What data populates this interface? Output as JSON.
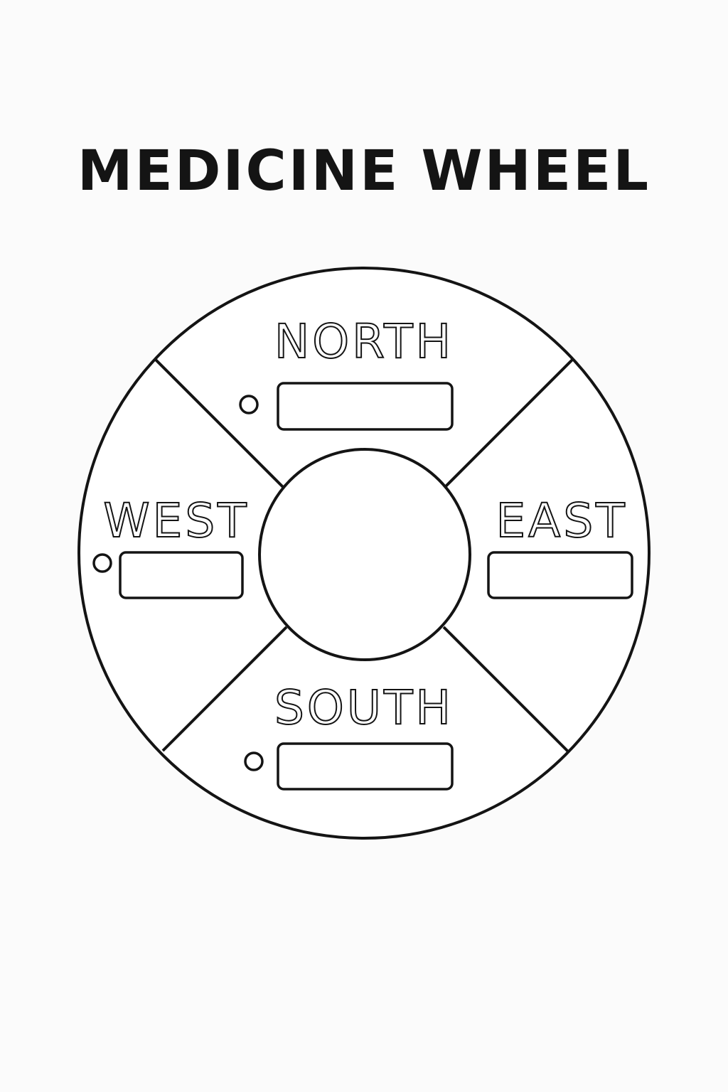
{
  "title": "MEDICINE WHEEL",
  "directions": {
    "north": "NORTH",
    "west": "WEST",
    "east": "EAST",
    "south": "SOUTH"
  },
  "colors": {
    "background": "#fbfbfb",
    "ink": "#141414",
    "fill": "#ffffff"
  }
}
